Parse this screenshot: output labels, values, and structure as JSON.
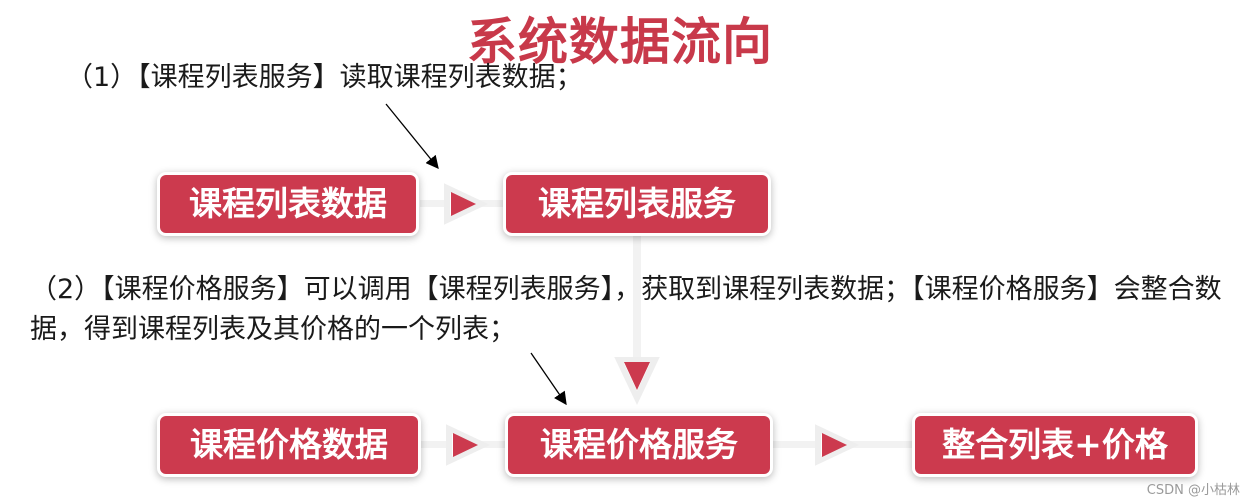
{
  "title": "系统数据流向",
  "notes": {
    "step1": "（1）【课程列表服务】读取课程列表数据；",
    "step2": "（2）【课程价格服务】可以调用【课程列表服务】，获取到课程列表数据；【课程价格服务】会整合数据，得到课程列表及其价格的一个列表；"
  },
  "boxes": {
    "course_list_data": "课程列表数据",
    "course_list_service": "课程列表服务",
    "course_price_data": "课程价格数据",
    "course_price_service": "课程价格服务",
    "merged_list_price": "整合列表+价格"
  },
  "watermark": "CSDN @小枯林",
  "colors": {
    "accent": "#cc3a4e",
    "title": "#c8394a"
  }
}
